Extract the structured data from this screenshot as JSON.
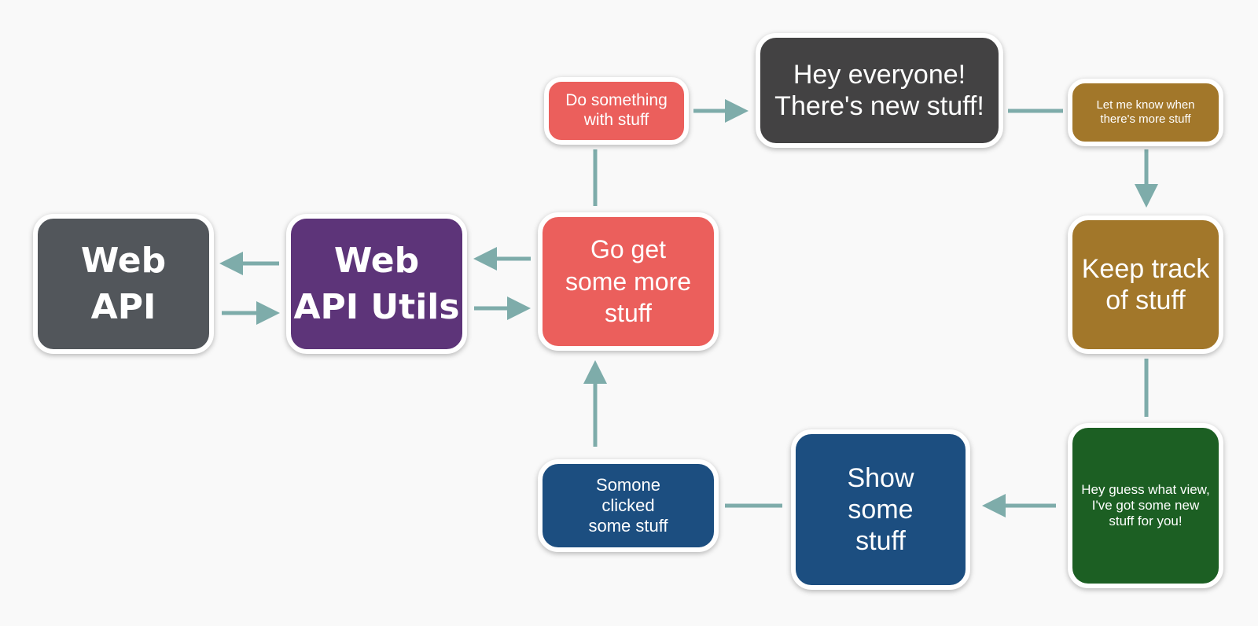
{
  "colors": {
    "background": "#f9f9f9",
    "connector": "#7eacaa",
    "node_border": "#ffffff",
    "gray": "#52565b",
    "purple": "#5d3479",
    "red": "#eb5f5c",
    "dark": "#434243",
    "gold": "#a2772a",
    "green": "#1c5f23",
    "blue": "#1c4e80"
  },
  "nodes": {
    "web_api": "Web\nAPI",
    "web_api_utils": "Web\nAPI Utils",
    "go_get_stuff": "Go get\nsome more\nstuff",
    "do_something": "Do something\nwith stuff",
    "hey_everyone": "Hey everyone!\nThere's new stuff!",
    "let_me_know": "Let me know when\nthere's more stuff",
    "keep_track": "Keep track\nof stuff",
    "hey_guess": "Hey guess what view,\nI've got some new\nstuff for you!",
    "show_stuff": "Show\nsome\nstuff",
    "someone_clicked": "Somone\nclicked\nsome stuff"
  }
}
